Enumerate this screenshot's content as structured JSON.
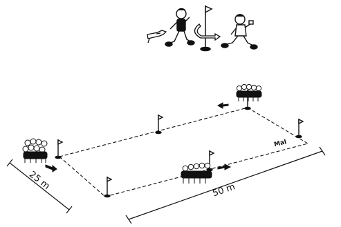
{
  "labels": {
    "width_label": "25 m",
    "length_label": "50 m",
    "corner_label": "Mal"
  },
  "icons": {
    "flag": "flag-post-icon",
    "runner": "running-child-icon",
    "turn_arrow": "turn-around-arrow-icon",
    "direction_arrow": "direction-arrow-icon",
    "group": "children-group-icon"
  },
  "colors": {
    "ink": "#111111",
    "paper": "#ffffff"
  }
}
